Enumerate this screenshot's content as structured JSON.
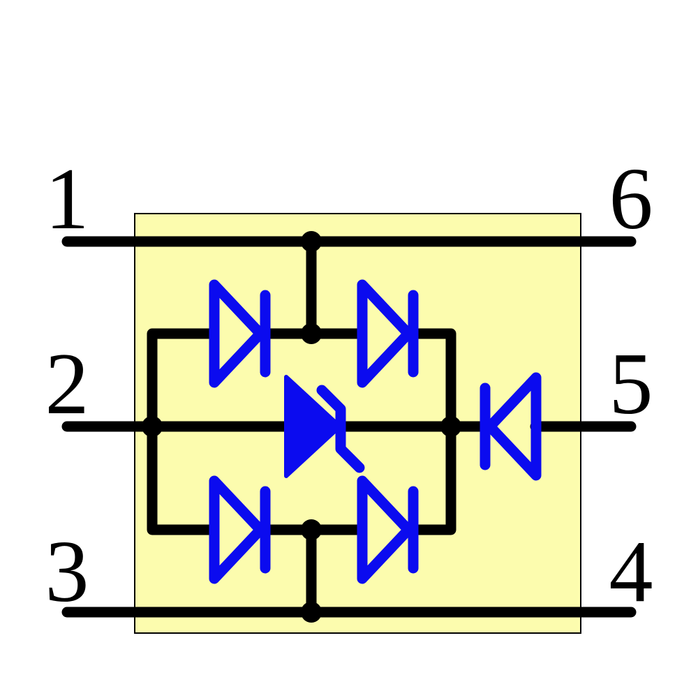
{
  "pins": {
    "left": [
      {
        "number": "1",
        "row": "top"
      },
      {
        "number": "2",
        "row": "middle"
      },
      {
        "number": "3",
        "row": "bottom"
      }
    ],
    "right": [
      {
        "number": "6",
        "row": "top"
      },
      {
        "number": "5",
        "row": "middle"
      },
      {
        "number": "4",
        "row": "bottom"
      }
    ]
  },
  "components": [
    {
      "id": "D1",
      "kind": "diode",
      "position": "top-left",
      "points": "right"
    },
    {
      "id": "D2",
      "kind": "diode",
      "position": "top-right",
      "points": "right"
    },
    {
      "id": "D3",
      "kind": "diode",
      "position": "bottom-left",
      "points": "right"
    },
    {
      "id": "D4",
      "kind": "diode",
      "position": "bottom-right",
      "points": "right"
    },
    {
      "id": "DZ",
      "kind": "tvs-zener-diode",
      "position": "center",
      "points": "right"
    },
    {
      "id": "D5",
      "kind": "diode",
      "position": "middle-right",
      "points": "left"
    }
  ],
  "colors": {
    "background": "#ffffff",
    "wire": "#000000",
    "component": "#0b0bef",
    "package_fill": "#fcfcae",
    "package_border": "#000000"
  }
}
